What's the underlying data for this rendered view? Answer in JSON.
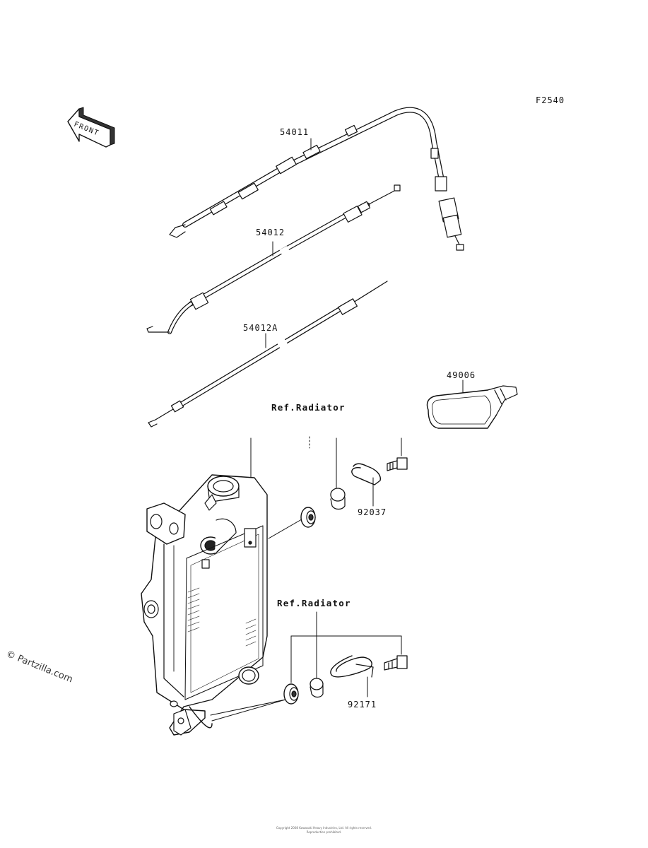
{
  "figure_code": "F2540",
  "front_arrow": "FRONT",
  "parts": {
    "cable_clutch": "54011",
    "cable_throttle_a": "54012",
    "cable_throttle_b": "54012A",
    "guard": "49006",
    "clamp_upper": "92037",
    "clamp_lower": "92171"
  },
  "refs": {
    "upper": "Ref.Radiator",
    "lower": "Ref.Radiator"
  },
  "watermark": "© Partzilla.com",
  "footer": {
    "line1": "Copyright 2008 Kawasaki Heavy Industries, Ltd. All rights reserved.",
    "line2": "Reproduction prohibited."
  }
}
